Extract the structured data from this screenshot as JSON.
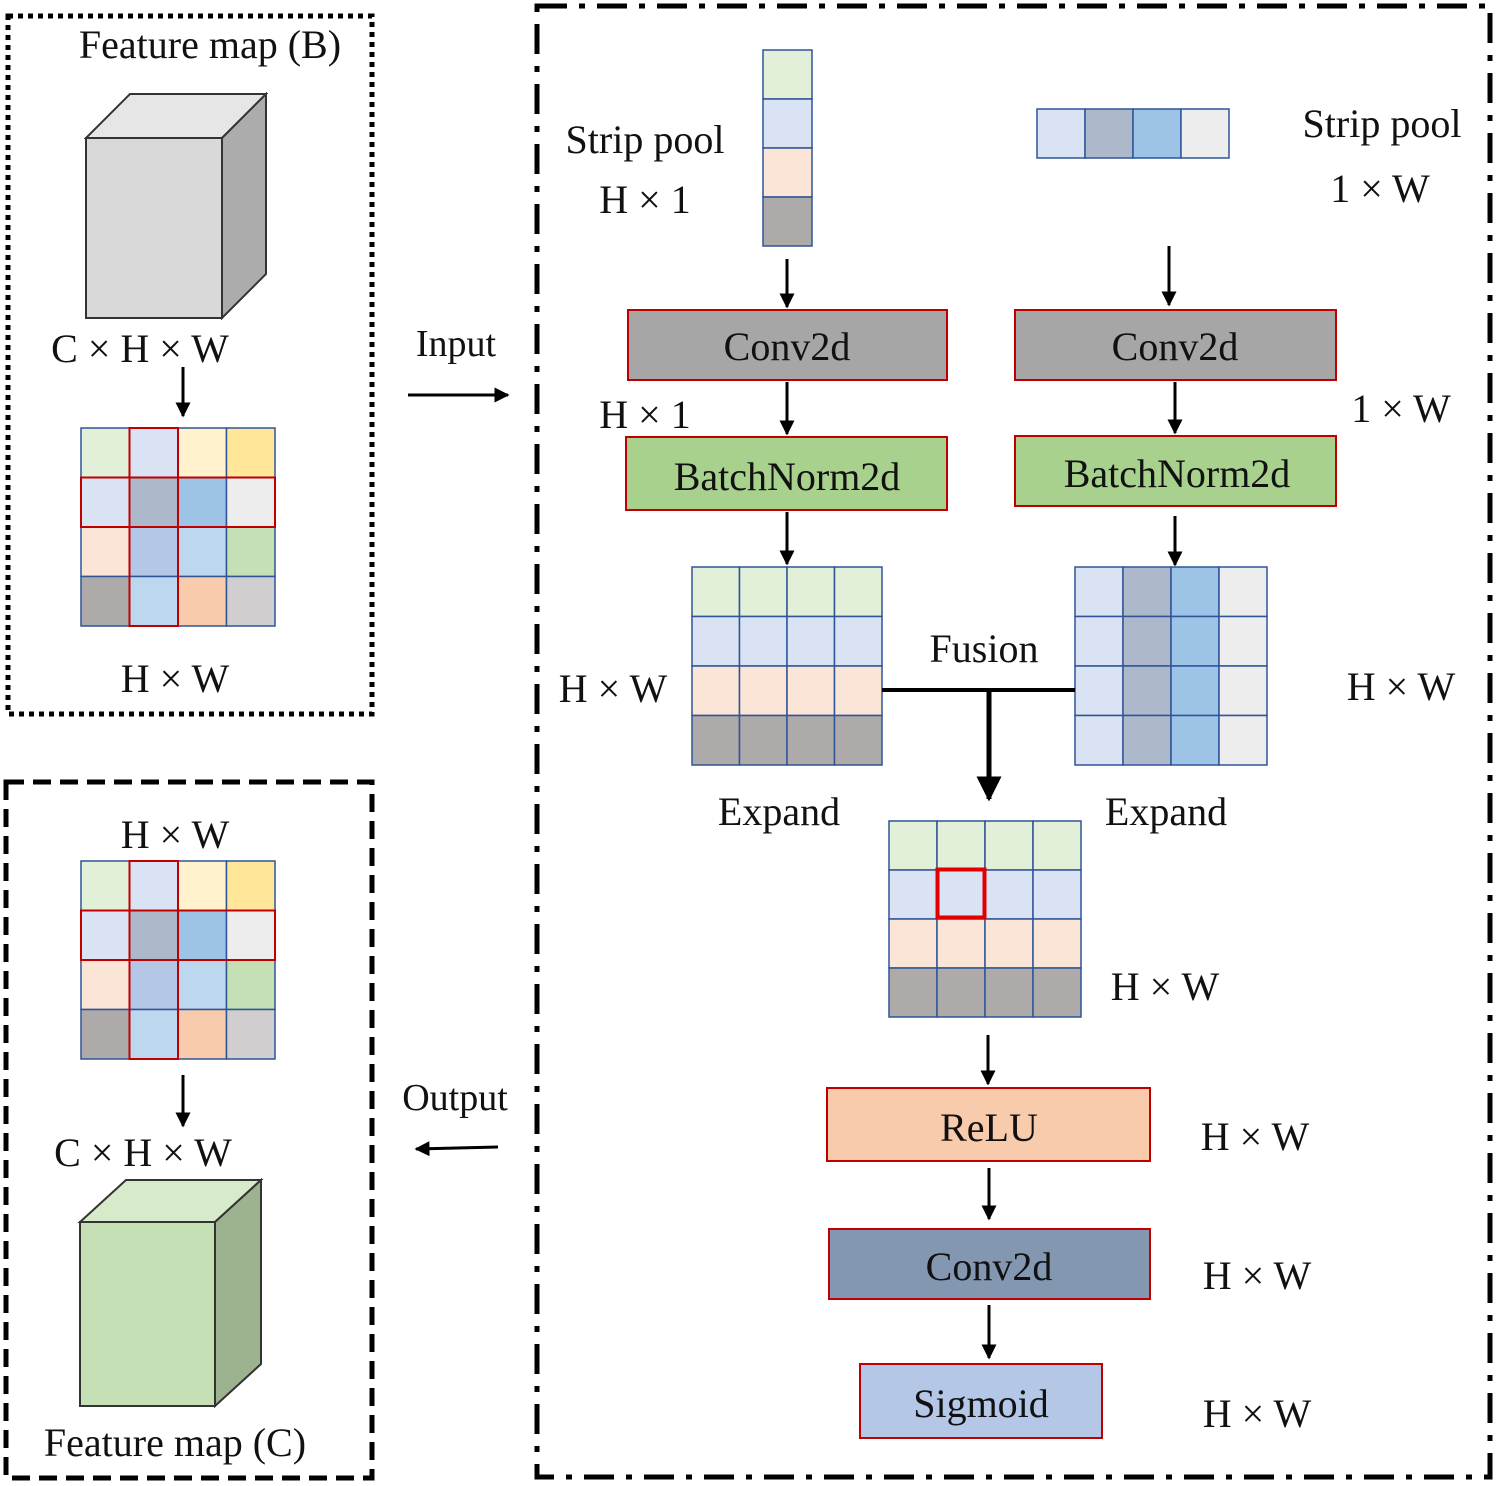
{
  "colors": {
    "green_light": "#e2efd9",
    "blue_light": "#dae3f3",
    "peach_light": "#fbe5d6",
    "gray_dark": "#aeaaaa",
    "slate": "#adb9ca",
    "blue_mid": "#9dc3e6",
    "gray_light": "#ededed",
    "cream": "#fff2cc",
    "gold": "#ffe699",
    "periwinkle": "#b4c7e7",
    "sky": "#bdd7ee",
    "green_mid": "#c5e0b4",
    "peach": "#f8cbad",
    "silver": "#d0cece",
    "conv_gray": "#a6a6a6",
    "bn_green": "#a9d18e",
    "relu_peach": "#f8cbad",
    "conv_slate": "#8497b0",
    "sigmoid_blue": "#b4c7e7",
    "cube_b": "#d9d9d9",
    "cube_c": "#c5e0b4",
    "box_red_border": "#c00000",
    "grid_blue_border": "#2f5597"
  },
  "left_top": {
    "title": "Feature map (B)",
    "cube_dims": "C × H × W",
    "grid_dims": "H × W"
  },
  "left_bottom": {
    "title": "Feature map (C)",
    "cube_dims": "C × H × W",
    "grid_dims": "H × W"
  },
  "arrows": {
    "input_label": "Input",
    "output_label": "Output"
  },
  "left_branch": {
    "strip_label_1": "Strip pool",
    "strip_label_2": "H × 1",
    "conv_label": "Conv2d",
    "conv_dims": "H × 1",
    "bn_label": "BatchNorm2d",
    "expand_dims": "H × W",
    "expand_label": "Expand"
  },
  "right_branch": {
    "strip_label_1": "Strip pool",
    "strip_label_2": "1 × W",
    "conv_label": "Conv2d",
    "conv_dims": "1 × W",
    "bn_label": "BatchNorm2d",
    "expand_dims": "H × W",
    "expand_label": "Expand"
  },
  "fusion": {
    "label": "Fusion",
    "dims": "H × W"
  },
  "tail": {
    "relu_label": "ReLU",
    "relu_dims": "H × W",
    "conv_label": "Conv2d",
    "conv_dims": "H × W",
    "sigmoid_label": "Sigmoid",
    "sigmoid_dims": "H × W"
  }
}
